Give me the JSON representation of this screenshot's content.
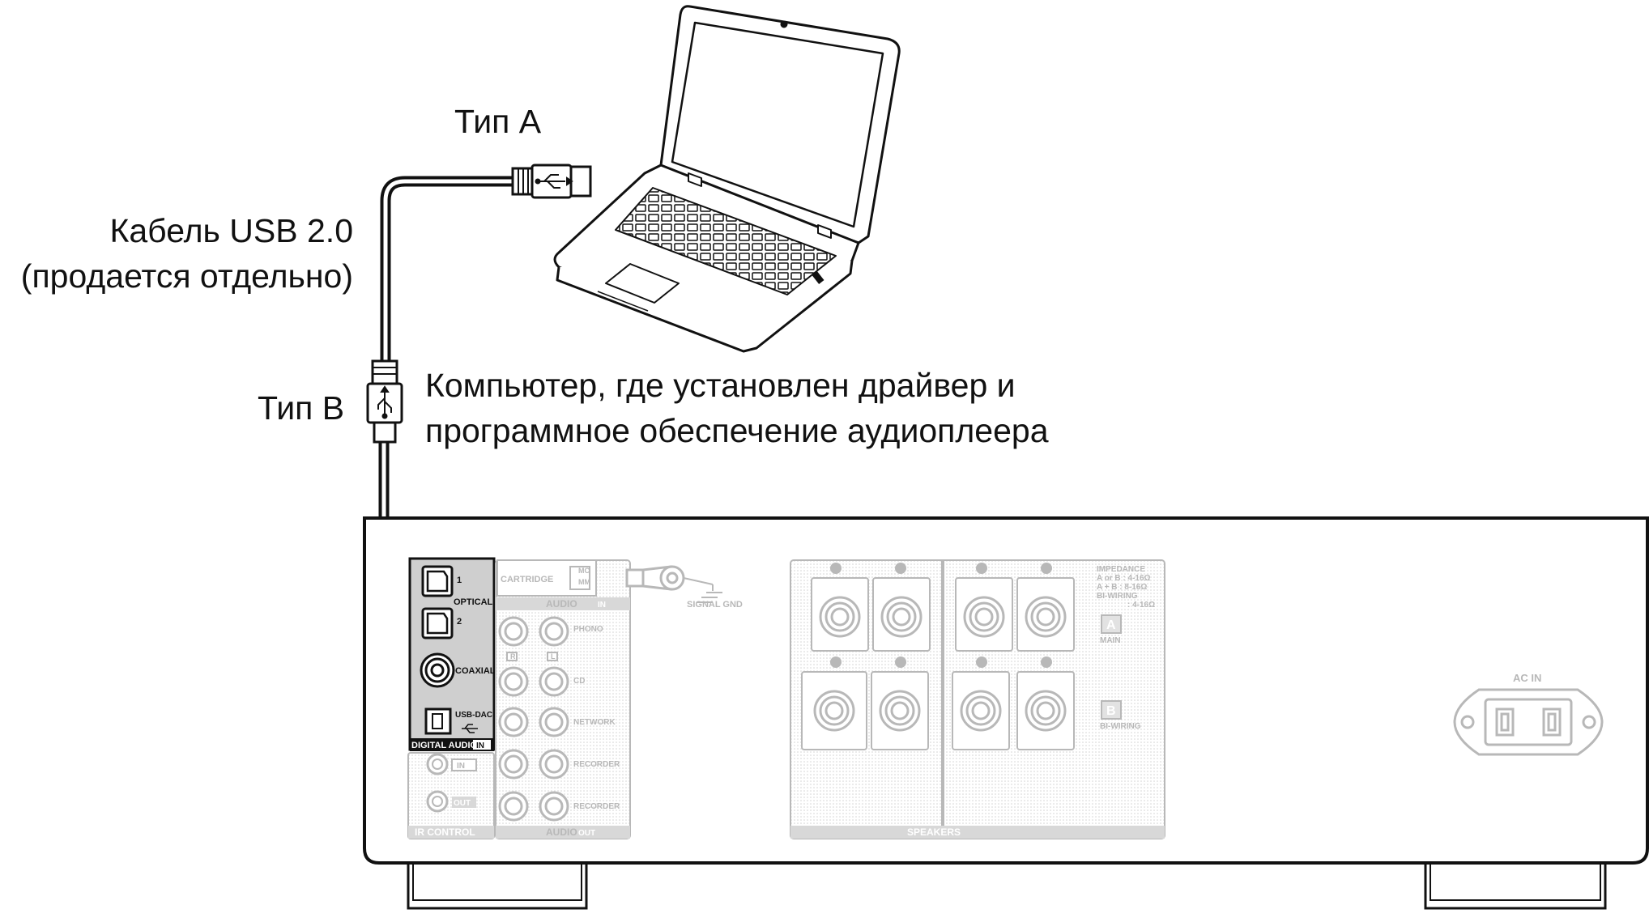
{
  "labels": {
    "type_a": "Тип A",
    "cable_line1": "Кабель USB 2.0",
    "cable_line2": "(продается отдельно)",
    "type_b": "Тип B",
    "computer_line1": "Компьютер, где установлен драйвер и",
    "computer_line2": "программное обеспечение аудиоплеера"
  },
  "panel": {
    "optical": "OPTICAL",
    "optical_1": "1",
    "optical_2": "2",
    "coaxial": "COAXIAL",
    "usb_dac": "USB-DAC",
    "digital_audio": "DIGITAL AUDIO",
    "in": "IN",
    "out": "OUT",
    "cartridge": "CARTRIDGE",
    "mc": "MC",
    "mm": "MM",
    "audio": "AUDIO",
    "phono": "PHONO",
    "cd": "CD",
    "network": "NETWORK",
    "recorder": "RECORDER",
    "r": "R",
    "l": "L",
    "signal_gnd": "SIGNAL GND",
    "ir_control": "IR CONTROL",
    "speakers": "SPEAKERS",
    "impedance_lines": [
      "IMPEDANCE",
      "A or B : 4-16Ω",
      "A  +  B : 8-16Ω",
      "BI-WIRING",
      ": 4-16Ω"
    ],
    "a": "A",
    "main": "MAIN",
    "b": "B",
    "bi_wiring": "BI-WIRING",
    "ac_in": "AC IN"
  },
  "colors": {
    "line": "#111111",
    "digital_box": "#cfcfcf",
    "faded": "#b8b8b8",
    "faded_fill": "#efefef"
  }
}
